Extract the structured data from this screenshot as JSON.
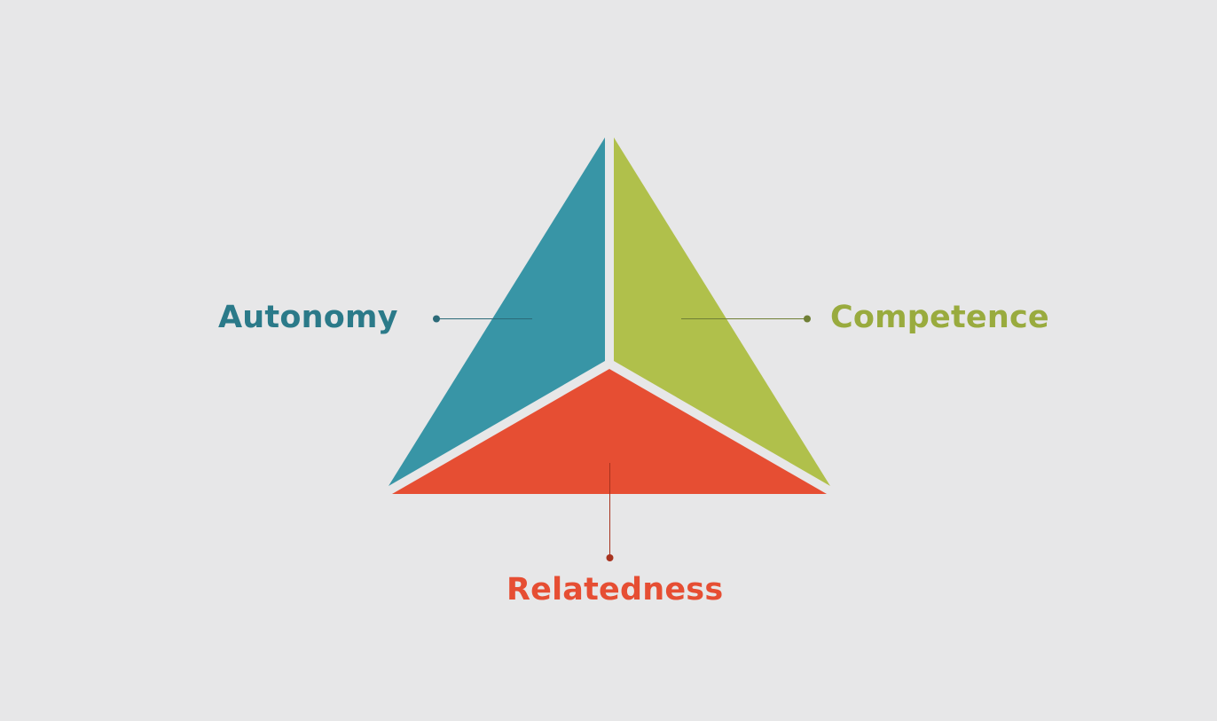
{
  "segments": [
    {
      "key": "autonomy",
      "label": "Autonomy",
      "fill_color": "#3895a6",
      "text_color": "#2b7a89",
      "leader_color": "#2b6a78"
    },
    {
      "key": "competence",
      "label": "Competence",
      "fill_color": "#b0c04b",
      "text_color": "#99ab3e",
      "leader_color": "#6f7f35"
    },
    {
      "key": "relatedness",
      "label": "Relatedness",
      "fill_color": "#e64e33",
      "text_color": "#e64e33",
      "leader_color": "#a8331f"
    }
  ]
}
